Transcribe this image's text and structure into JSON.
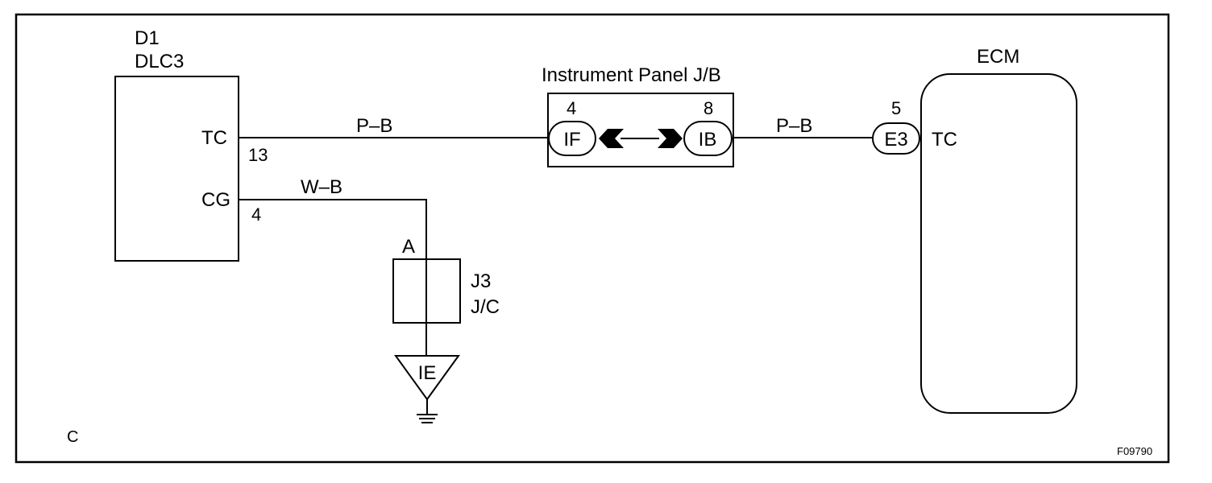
{
  "dlc3": {
    "id": "D1",
    "name": "DLC3",
    "tc_label": "TC",
    "tc_pin": "13",
    "cg_label": "CG",
    "cg_pin": "4"
  },
  "wires": {
    "dlc_to_jb": "P–B",
    "jb_to_ecm": "P–B",
    "cg_to_ground": "W–B"
  },
  "junction_block": {
    "title": "Instrument Panel J/B",
    "left_pin": "4",
    "left_connector": "IF",
    "right_pin": "8",
    "right_connector": "IB"
  },
  "junction_connector": {
    "pin": "A",
    "id": "J3",
    "type": "J/C"
  },
  "ground": {
    "label": "IE"
  },
  "ecm": {
    "title": "ECM",
    "connector": "E3",
    "pin": "5",
    "terminal": "TC"
  },
  "corner_letter": "C",
  "figure_code": "F09790"
}
